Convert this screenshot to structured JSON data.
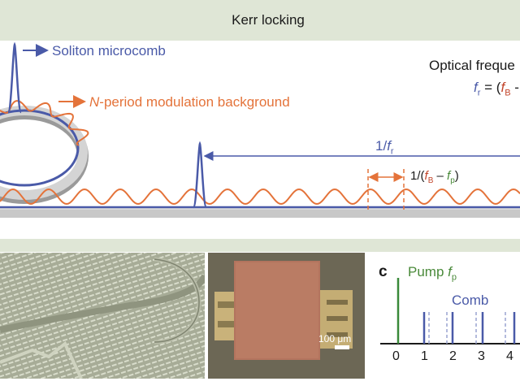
{
  "header": {
    "title": "Kerr locking"
  },
  "labels": {
    "soliton": "Soliton microcomb",
    "modulation_italic": "N",
    "modulation_rest": "-period modulation background",
    "optical_freq": "Optical freque",
    "fr_eq_f": "f",
    "fr_eq_sub": "r",
    "fr_eq_mid": " = (",
    "fr_eq_fb": "f",
    "fr_eq_fb_sub": "B",
    "fr_eq_tail": " -",
    "period_one": "1/",
    "period_f": "f",
    "period_sub": "r",
    "beat_prefix": "1/(",
    "beat_fb": "f",
    "beat_fb_sub": "B",
    "beat_dash": " – ",
    "beat_fp": "f",
    "beat_fp_sub": "p",
    "beat_close": ")"
  },
  "photo_b": {
    "scale_label": "100 μm"
  },
  "panel_c": {
    "letter": "c",
    "pump_label": "Pump ",
    "pump_f": "f",
    "pump_sub": "p",
    "comb_label": "Comb",
    "ticks": [
      "0",
      "1",
      "2",
      "3",
      "4"
    ]
  },
  "colors": {
    "blue": "#4a5aa8",
    "orange": "#e4733a",
    "green": "#4a8a3a",
    "header_bg": "#dfe6d6"
  }
}
